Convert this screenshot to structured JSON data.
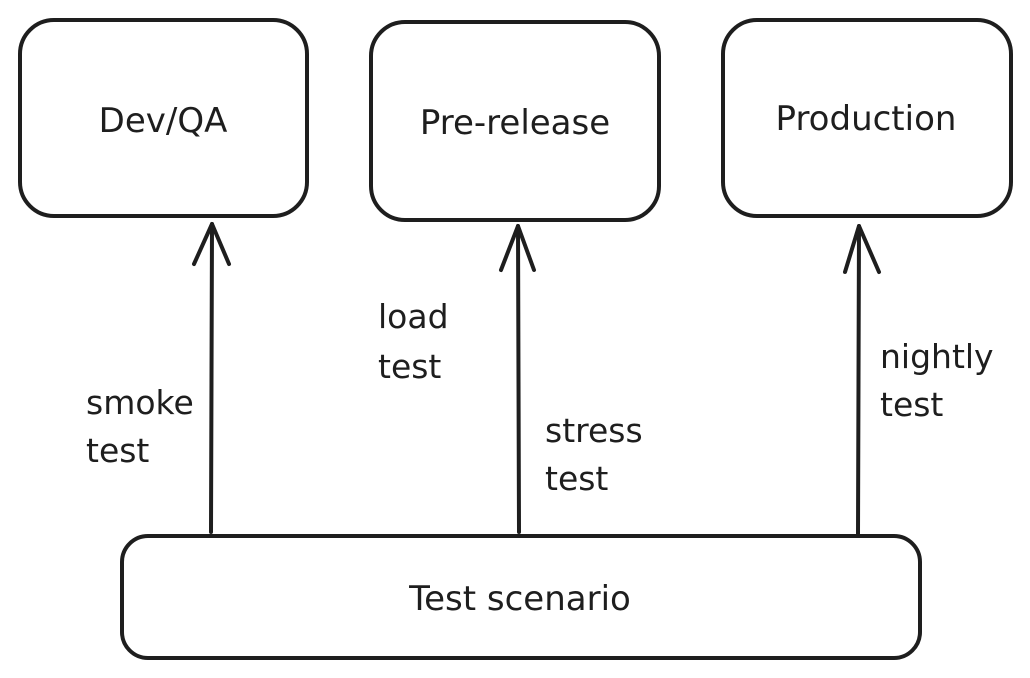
{
  "stages": [
    {
      "id": "dev-qa",
      "label": "Dev/QA"
    },
    {
      "id": "pre-release",
      "label": "Pre-release"
    },
    {
      "id": "production",
      "label": "Production"
    }
  ],
  "source": {
    "label": "Test scenario"
  },
  "edges": [
    {
      "from": "source",
      "to": "dev-qa",
      "label_lines": [
        "smoke",
        "test"
      ]
    },
    {
      "from": "source",
      "to": "pre-release",
      "label_lines": [
        "load",
        "test"
      ]
    },
    {
      "from": "source",
      "to": "pre-release",
      "label_lines": [
        "stress",
        "test"
      ]
    },
    {
      "from": "source",
      "to": "production",
      "label_lines": [
        "nightly",
        "test"
      ]
    }
  ]
}
